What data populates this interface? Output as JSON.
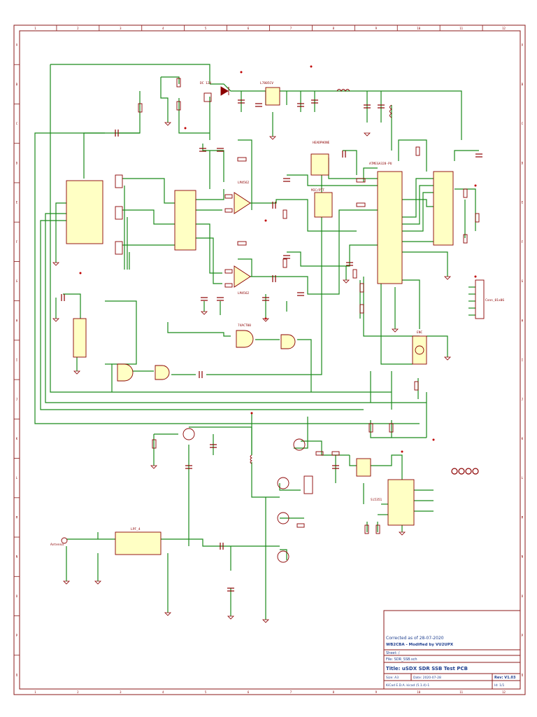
{
  "colors": {
    "frame": "#8b1a1a",
    "wire": "#1a8a1a",
    "part": "#8b0000",
    "part_fill": "#ffffc4",
    "text_blue": "#1f3f8f",
    "power": "#c00000"
  },
  "grid_numbers": [
    "1",
    "2",
    "3",
    "4",
    "5",
    "6",
    "7",
    "8",
    "9",
    "10",
    "11",
    "12"
  ],
  "grid_letters": [
    "A",
    "B",
    "C",
    "D",
    "E",
    "F",
    "G",
    "H",
    "I",
    "J",
    "K",
    "L",
    "M",
    "N",
    "O",
    "P",
    "Q"
  ],
  "title_block": {
    "note1": "Corrected as of 28-07-2020",
    "note2": "WB2CBA - Modified by VU2UPX",
    "sheet": "Sheet: /",
    "file": "File: SDR_SSB.sch",
    "title": "Title: uSDX SDR SSB Test PCB",
    "size": "Size: A3",
    "date": "Date: 2020-07-28",
    "rev": "Rev: V1.03",
    "kicad": "KiCad E.D.A. kicad (5.1.4)-1",
    "id": "Id: 1/1"
  },
  "labels": {
    "antenna": "Antenna",
    "dc12v": "DC 12V",
    "l7805": "L7805CV",
    "atmega": "ATMEGA328-PU",
    "headphone": "HEADPHONE",
    "mic_ptt": "MIC/PTT",
    "si5351": "Si5351",
    "lpf": "LPF_4",
    "cw_paddle": "Conn_01x06",
    "encoder": "ENC",
    "u6": "LM4562",
    "u7": "74ACT00"
  }
}
